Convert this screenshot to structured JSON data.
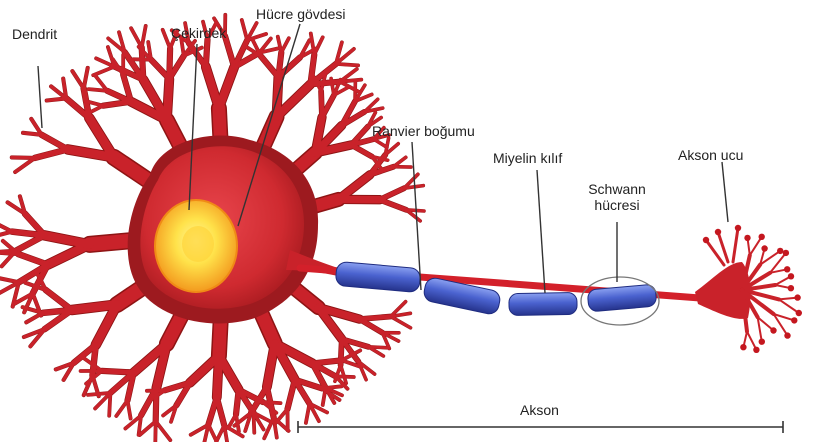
{
  "labels": {
    "dendrite": "Dendrit",
    "nucleus": "Çekirdek",
    "cell_body": "Hücre gövdesi",
    "node_of_ranvier": "Ranvier boğumu",
    "myelin_sheath": "Miyelin kılıf",
    "schwann_cell_line1": "Schwann",
    "schwann_cell_line2": "hücresi",
    "axon_terminal": "Akson ucu",
    "axon": "Akson"
  },
  "colors": {
    "neuron_dark": "#8e1414",
    "neuron_main": "#c9222a",
    "neuron_light": "#e5484d",
    "nucleus_outer": "#f5a623",
    "nucleus_inner": "#ffe94d",
    "myelin_dark": "#2a3a9a",
    "myelin_light": "#6a82e0",
    "axon_core": "#d3202a",
    "line": "#333333"
  }
}
